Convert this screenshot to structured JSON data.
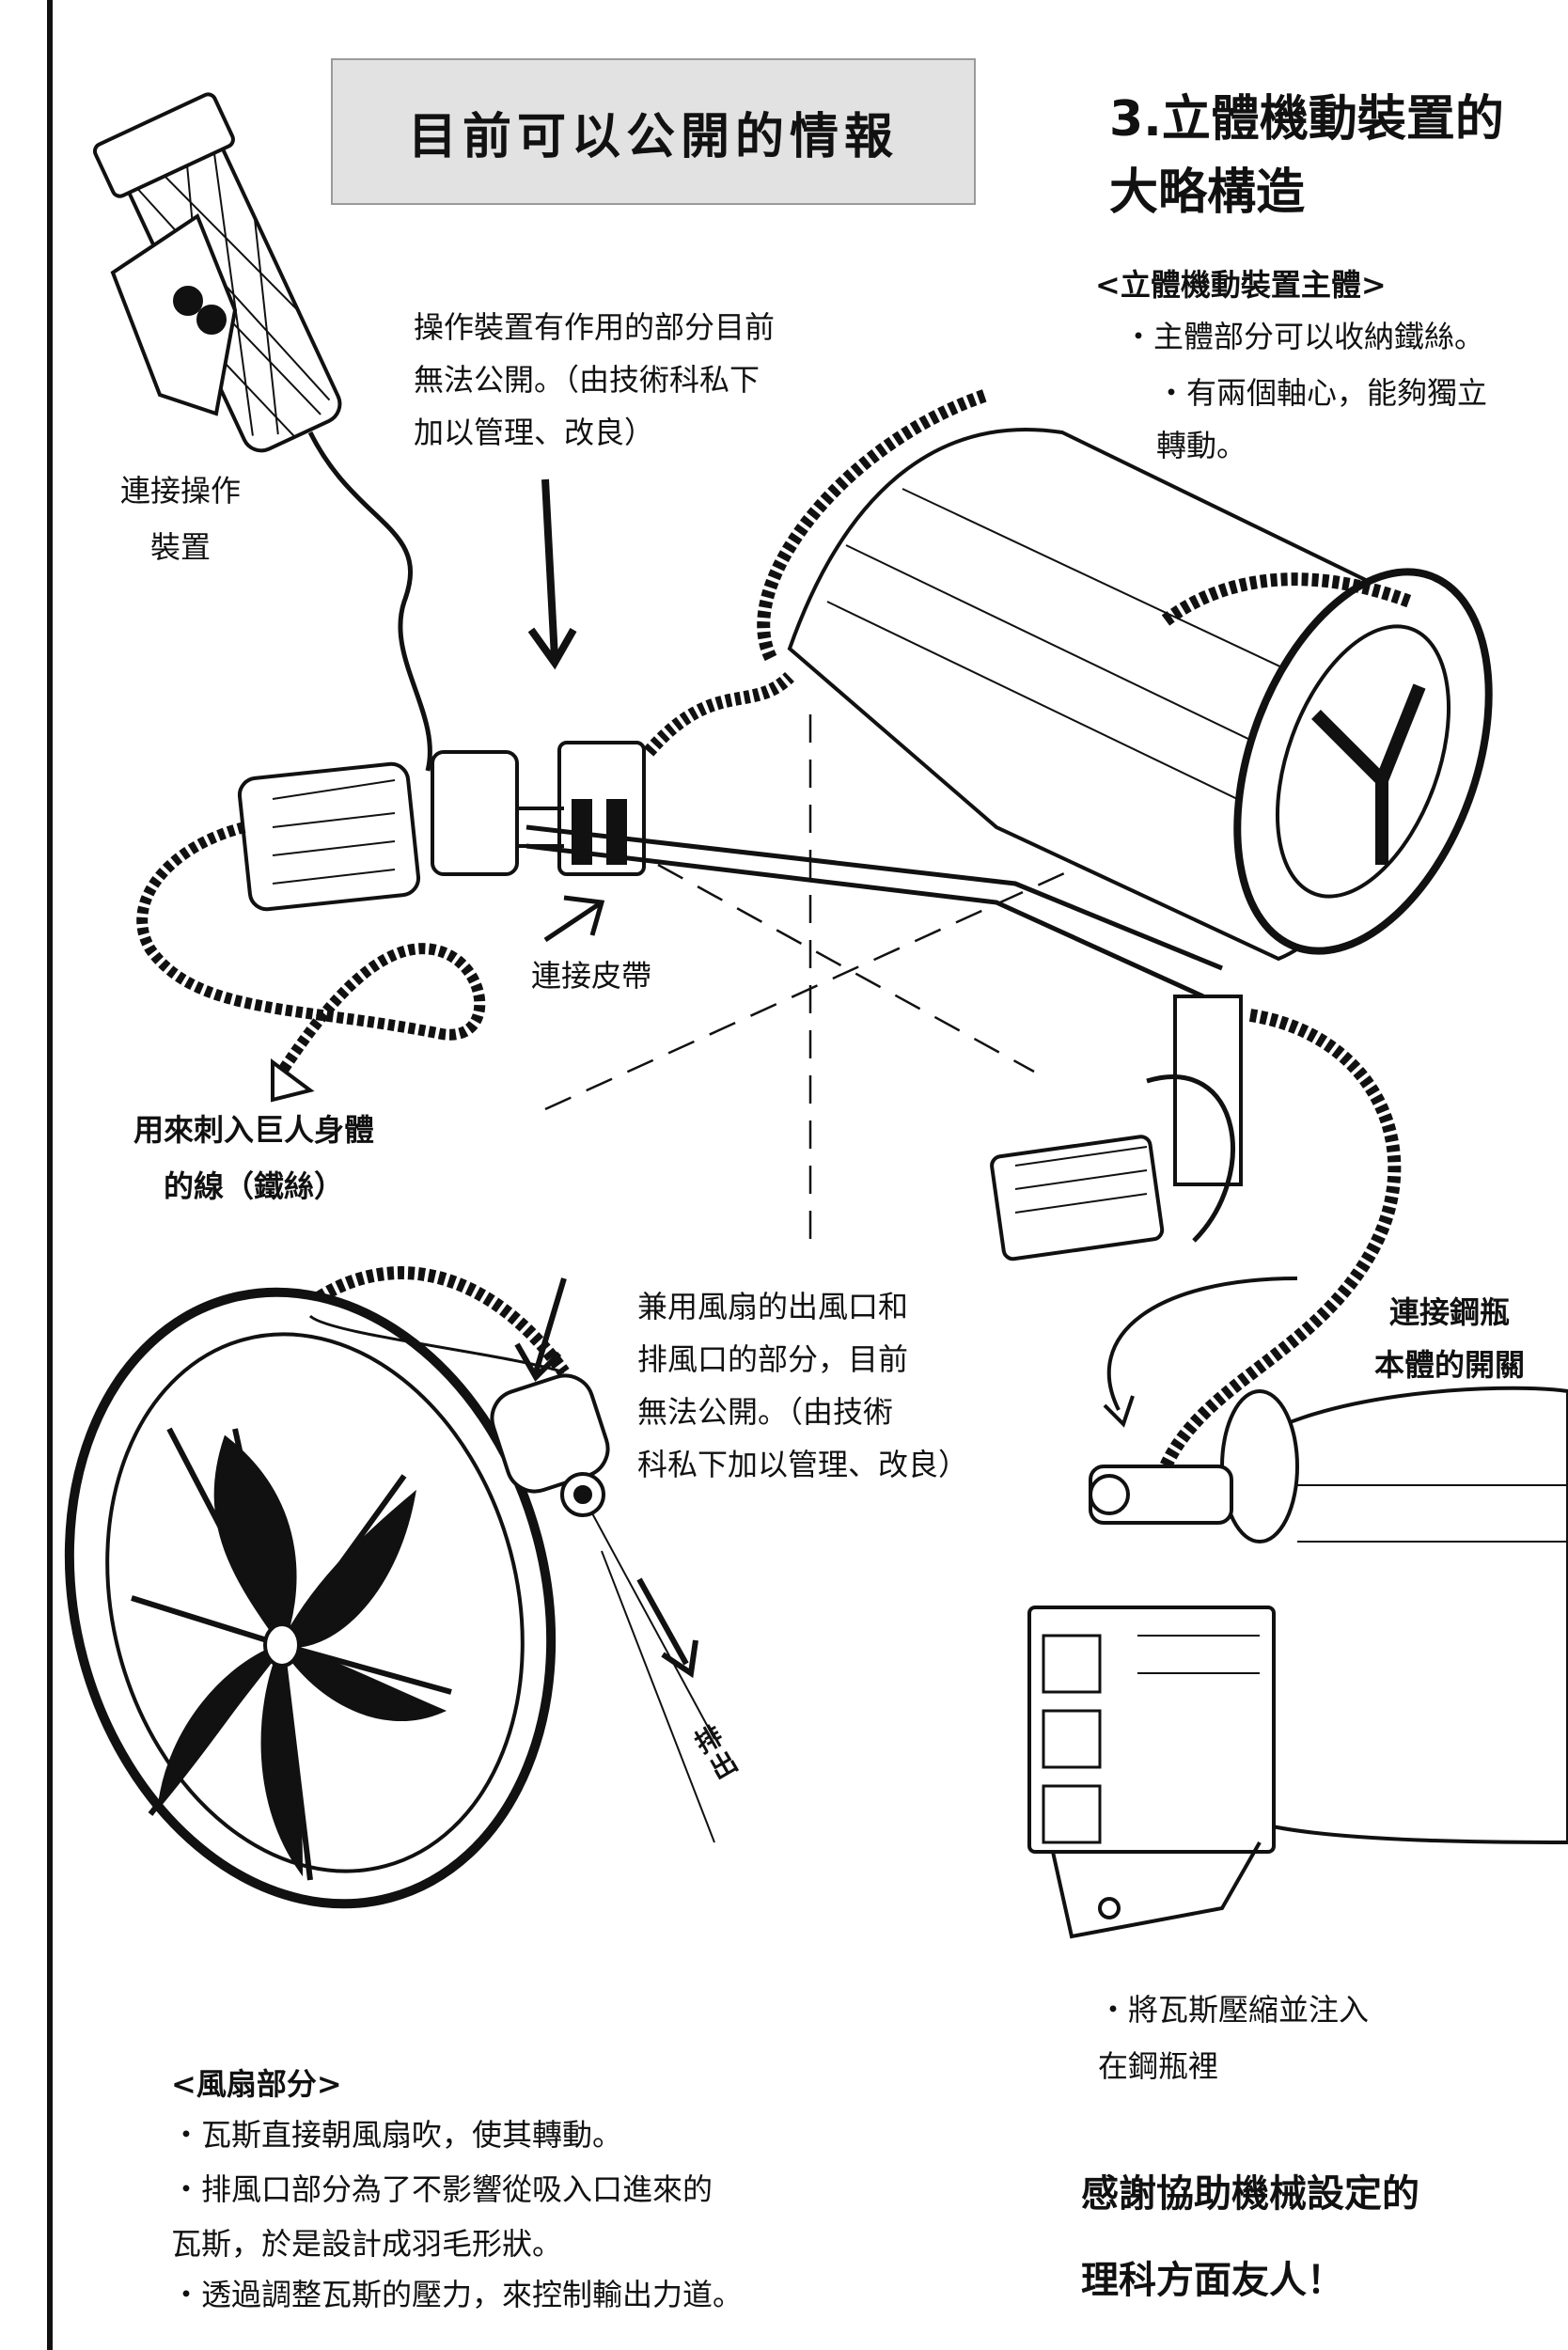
{
  "banner": "目前可以公開的情報",
  "section_title": "3.立體機動裝置的\n大略構造",
  "main_body": {
    "heading": "<立體機動裝置主體>",
    "bullet1": "・主體部分可以收納鐵絲。",
    "bullet2": "・有兩個軸心，能夠獨立\n轉動。"
  },
  "labels": {
    "operation_note": "操作裝置有作用的部分目前\n無法公開。（由技術科私下\n加以管理、改良）",
    "connect_operation": "連接操作\n裝置",
    "connect_belt": "連接皮帶",
    "wire": "用來刺入巨人身體\n的線（鐵絲）",
    "fan_note": "兼用風扇的出風口和\n排風口的部分，目前\n無法公開。（由技術\n科私下加以管理、改良）",
    "switch": "連接鋼瓶\n本體的開關",
    "exhaust": "排出",
    "gas_note": "・將瓦斯壓縮並注入\n在鋼瓶裡"
  },
  "fan_section": {
    "heading": "<風扇部分>",
    "bullet1": "・瓦斯直接朝風扇吹，使其轉動。",
    "bullet2": "・排風口部分為了不影響從吸入口進來的\n瓦斯，於是設計成羽毛形狀。",
    "bullet3": "・透過調整瓦斯的壓力，來控制輸出力道。"
  },
  "thanks": "感謝協助機械設定的\n理科方面友人！"
}
